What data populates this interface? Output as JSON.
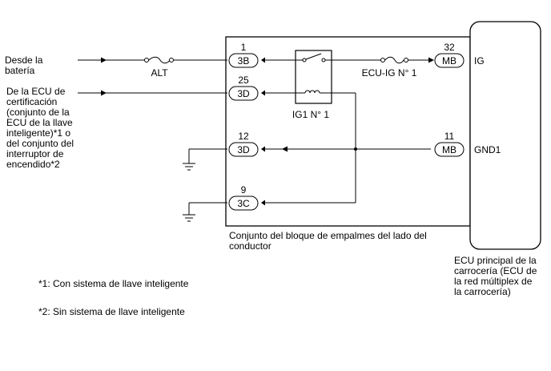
{
  "sources": {
    "battery": "Desde la\nbatería",
    "ecu_cert": "De la ECU de\ncertificación\n(conjunto de la\nECU de la llave\ninteligente)*1 o\ndel conjunto del\ninterruptor de\nencendido*2"
  },
  "fuses": {
    "alt": "ALT",
    "ecu_ig": "ECU-IG N° 1"
  },
  "relay": {
    "label": "IG1 N° 1"
  },
  "junction_block": {
    "label": "Conjunto del bloque de empalmes del lado del\nconductor",
    "pins": [
      {
        "number": "1",
        "connector": "3B"
      },
      {
        "number": "25",
        "connector": "3D"
      },
      {
        "number": "12",
        "connector": "3D"
      },
      {
        "number": "9",
        "connector": "3C"
      }
    ]
  },
  "body_ecu": {
    "label": "ECU principal de la\ncarrocería (ECU de\nla red múltiplex de\nla carrocería)",
    "pins": [
      {
        "number": "32",
        "connector": "MB",
        "signal": "IG"
      },
      {
        "number": "11",
        "connector": "MB",
        "signal": "GND1"
      }
    ]
  },
  "notes": {
    "note1": "*1: Con sistema de llave inteligente",
    "note2": "*2: Sin sistema de llave inteligente"
  }
}
